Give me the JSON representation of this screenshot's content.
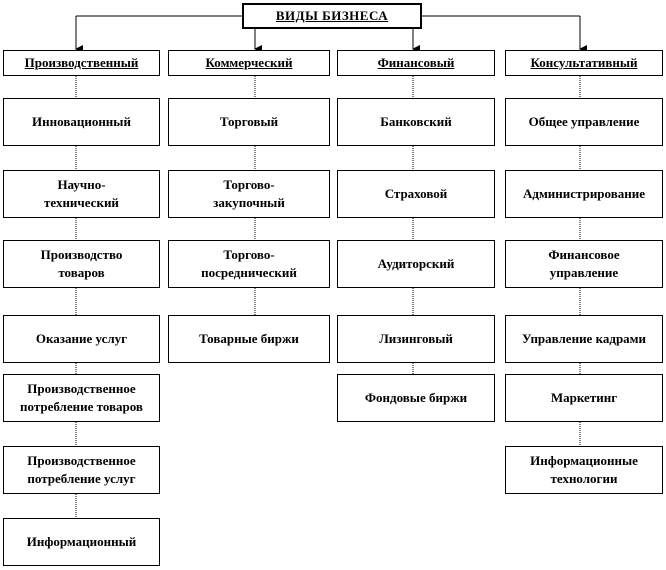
{
  "root": {
    "label": "ВИДЫ  БИЗНЕСА"
  },
  "columns": [
    {
      "header": "Производственный",
      "items": [
        "Инновационный",
        "Научно-\nтехнический",
        "Производство\nтоваров",
        "Оказание услуг",
        "Производственное\nпотребление товаров",
        "Производственное\nпотребление услуг",
        "Информационный"
      ]
    },
    {
      "header": "Коммерческий",
      "items": [
        "Торговый",
        "Торгово-\nзакупочный",
        "Торгово-\nпосреднический",
        "Товарные биржи"
      ]
    },
    {
      "header": "Финансовый",
      "items": [
        "Банковский",
        "Страховой",
        "Аудиторский",
        "Лизинговый",
        "Фондовые биржи"
      ]
    },
    {
      "header": "Консультативный",
      "items": [
        "Общее управление",
        "Администрирование",
        "Финансовое\nуправление",
        "Управление кадрами",
        "Маркетинг",
        "Информационные\nтехнологии"
      ]
    }
  ]
}
